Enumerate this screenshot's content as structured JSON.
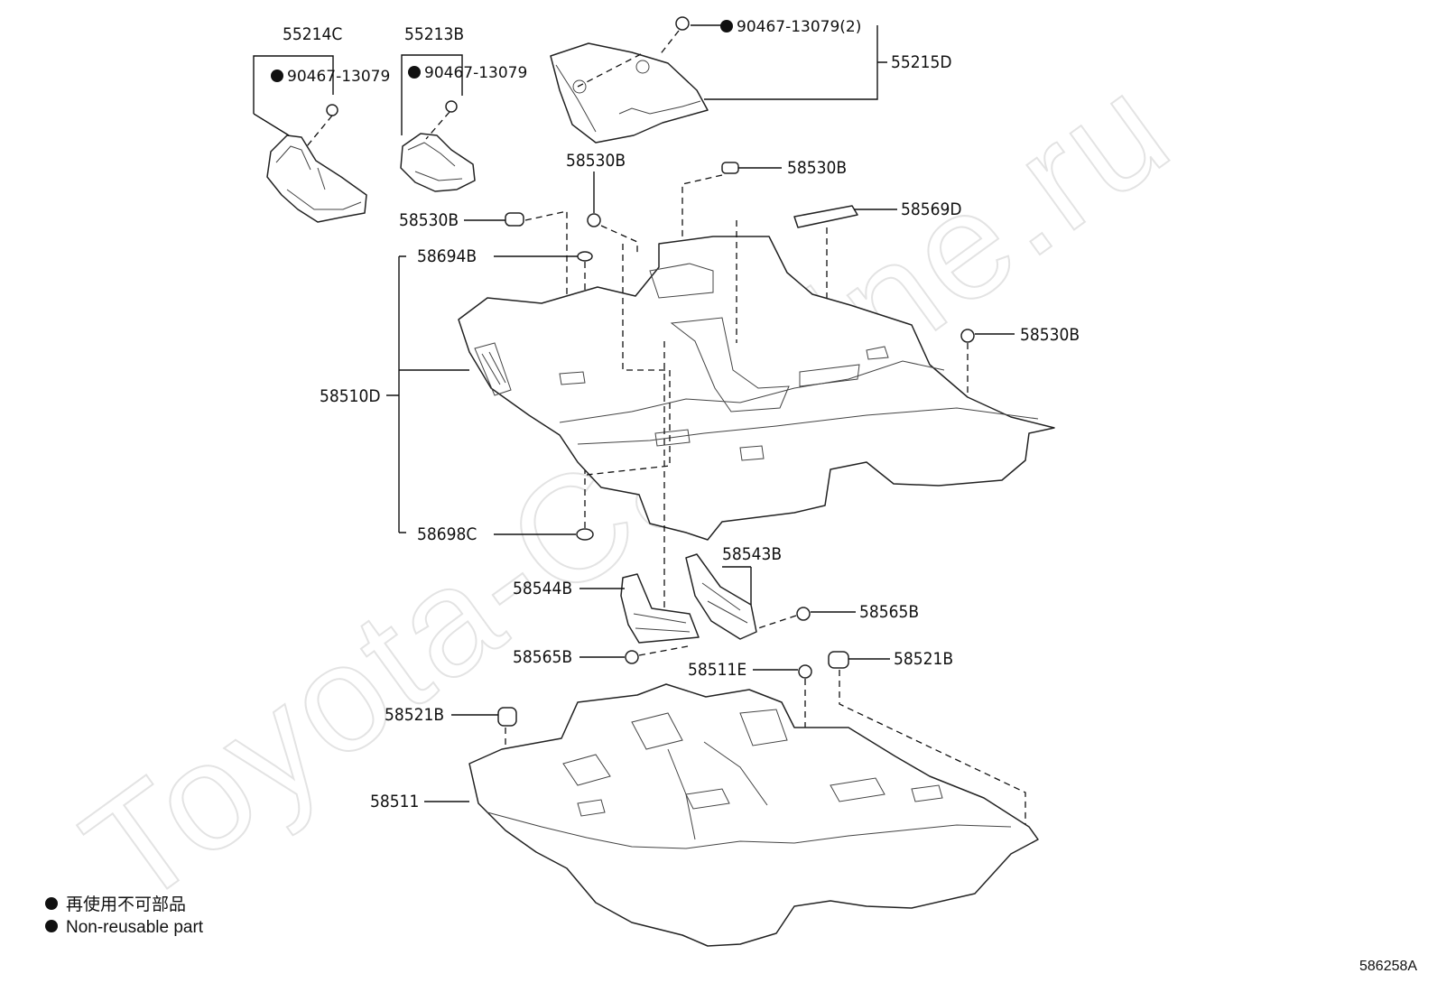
{
  "watermark": "Toyota-Camline.ru",
  "labels": {
    "p55214c": "55214C",
    "p55213b": "55213B",
    "p55215d": "55215D",
    "clip_a": "90467-13079",
    "clip_b": "90467-13079",
    "clip_c": "90467-13079(2)",
    "p58530b_1": "58530B",
    "p58530b_2": "58530B",
    "p58530b_3": "58530B",
    "p58530b_4": "58530B",
    "p58569d": "58569D",
    "p58694b": "58694B",
    "p58510d": "58510D",
    "p58698c": "58698C",
    "p58543b": "58543B",
    "p58544b": "58544B",
    "p58565b_1": "58565B",
    "p58565b_2": "58565B",
    "p58511e": "58511E",
    "p58521b_1": "58521B",
    "p58521b_2": "58521B",
    "p58511": "58511"
  },
  "legend": {
    "line1": "再使用不可部品",
    "line2": "Non-reusable part"
  },
  "reference": "586258A",
  "colors": {
    "ink": "#111111",
    "watermark": "#e3e3e3"
  }
}
